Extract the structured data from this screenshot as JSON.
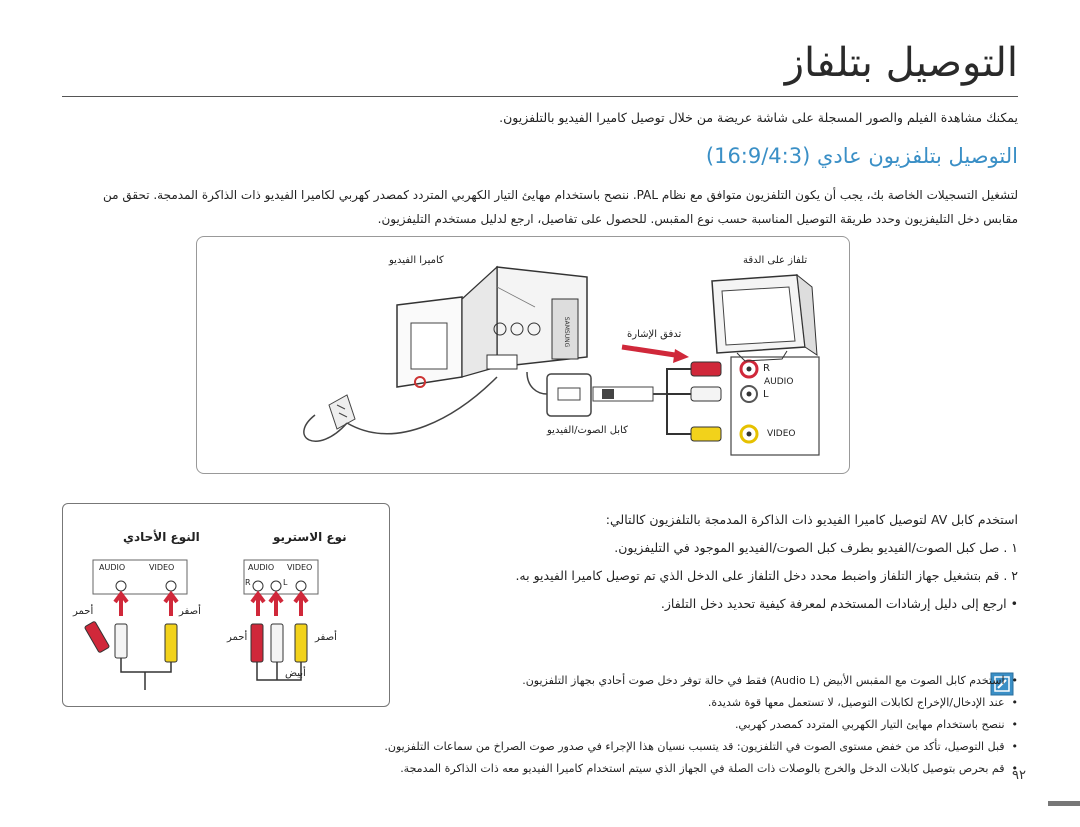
{
  "title": "التوصيل بتلفاز",
  "intro": "يمكنك مشاهدة الفيلم والصور المسجلة على شاشة عريضة من خلال توصيل كاميرا الفيديو بالتلفزيون.",
  "section_title": "التوصيل بتلفزيون عادي (16:9/4:3)",
  "body_lines": [
    "لتشغيل التسجيلات الخاصة بك، يجب أن يكون التلفزيون متوافق مع نظام PAL. ننصح باستخدام مهايئ التيار الكهربي المتردد كمصدر كهربي لكاميرا الفيديو ذات الذاكرة المدمجة. تحقق من",
    "مقابس دخل التليفزيون وحدد طريقة التوصيل المناسبة حسب نوع المقبس. للحصول على تفاصيل، ارجع لدليل مستخدم التليفزيون."
  ],
  "diagram": {
    "camera_label": "كاميرا الفيديو",
    "tv_label": "تلفاز على الدقة",
    "signal_label": "تدفق الإشارة",
    "cable_label": "كابل الصوت/الفيديو",
    "jack_r": "R",
    "jack_audio": "AUDIO",
    "jack_l": "L",
    "jack_video": "VIDEO",
    "brand": "SAMSUNG"
  },
  "connector_box": {
    "stereo_title": "نوع الاستريو",
    "mono_title": "النوع الأحادي",
    "audio": "AUDIO",
    "video": "VIDEO",
    "r": "R",
    "l": "L",
    "red": "أحمر",
    "yellow": "أصفر",
    "white": "أبيض"
  },
  "steps": [
    "استخدم كابل AV لتوصيل كاميرا الفيديو ذات الذاكرة المدمجة بالتلفزيون كالتالي:",
    "١ . صل كبل الصوت/الفيديو بطرف كبل الصوت/الفيديو الموجود في التليفزيون.",
    "٢ . قم بتشغيل جهاز التلفاز واضبط محدد دخل التلفاز على الدخل الذي تم توصيل كاميرا الفيديو به.",
    "•  ارجع إلى دليل إرشادات المستخدم لمعرفة كيفية تحديد دخل التلفاز."
  ],
  "notes": [
    "استخدم كابل الصوت مع المقبس الأبيض (Audio L) فقط في حالة توفر دخل صوت أحادي بجهاز التلفزيون.",
    "عند الإدخال/الإخراج لكابلات التوصيل، لا تستعمل معها قوة شديدة.",
    "ننصح باستخدام مهايئ التيار الكهربي المتردد كمصدر كهربي.",
    "قبل التوصيل، تأكد من خفض مستوى الصوت في التلفزيون: قد يتسبب نسيان هذا الإجراء في صدور صوت الصراخ من سماعات التلفزيون.",
    "قم بحرص بتوصيل كابلات الدخل والخرج بالوصلات ذات الصلة في الجهاز الذي سيتم استخدام كاميرا الفيديو معه ذات الذاكرة المدمجة."
  ],
  "page_number": "٩٢",
  "colors": {
    "accent": "#3a8fc6",
    "red_plug": "#d0283a",
    "yellow_plug": "#f2d21b",
    "white_plug": "#f4f4f4"
  }
}
